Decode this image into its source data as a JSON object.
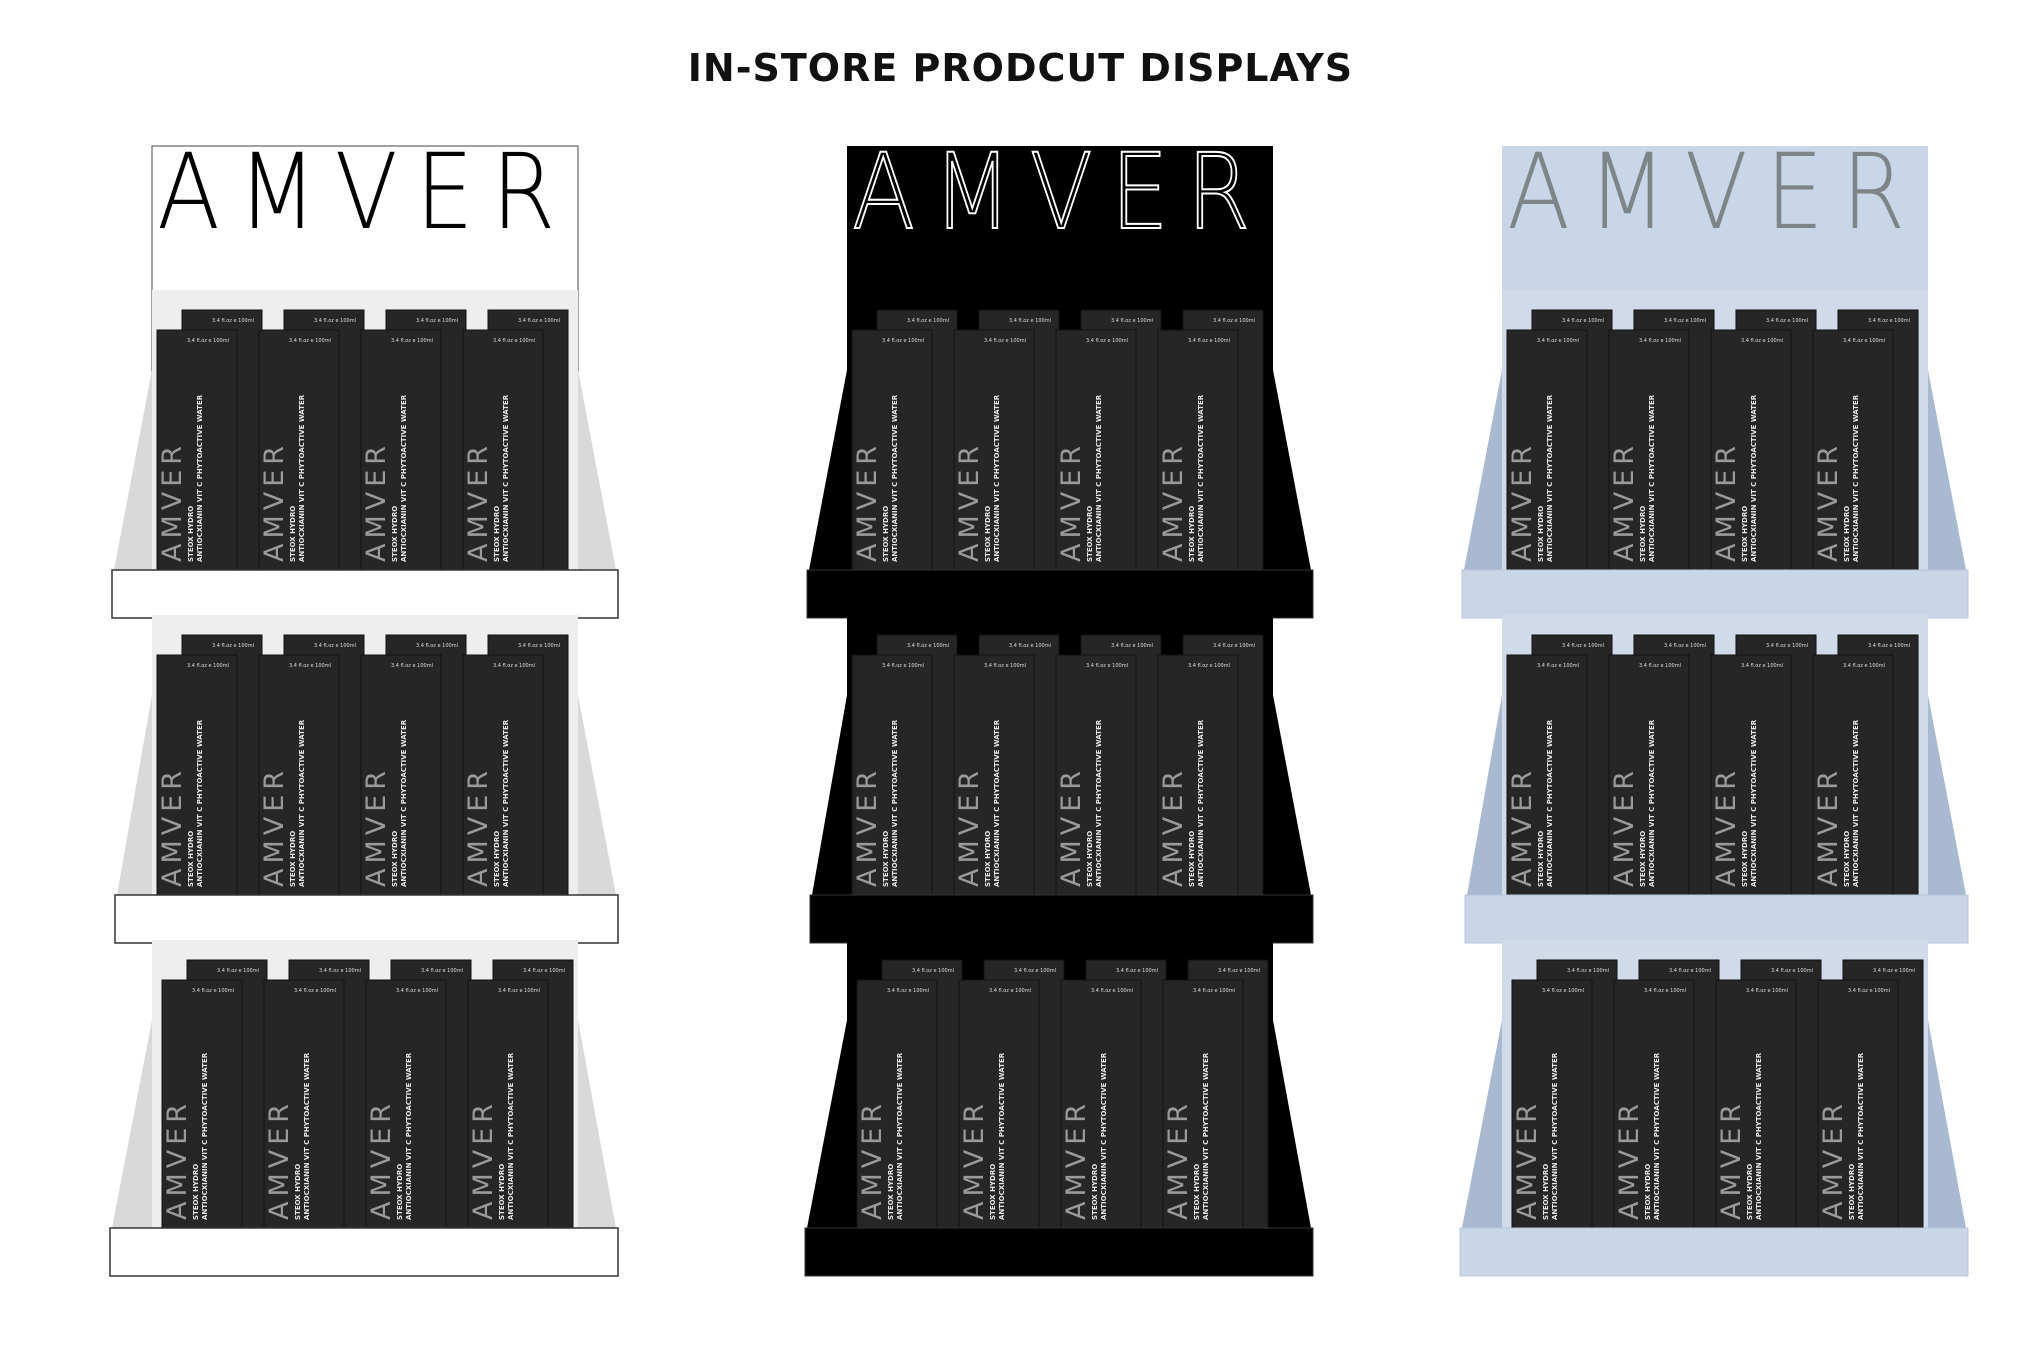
{
  "page": {
    "title": "IN-STORE PRODCUT DISPLAYS"
  },
  "displays": [
    {
      "name": "white-display",
      "header_brand": "AMVER",
      "header_style": "solid-black-on-white",
      "colors": {
        "header_bg": "#ffffff",
        "header_text": "#000000",
        "shelf": "#ffffff",
        "shelf_edge": "#333333",
        "side": "#d9d9d9",
        "back": "#eeeeee"
      }
    },
    {
      "name": "black-display",
      "header_brand": "AMVER",
      "header_style": "white-outline-on-black",
      "colors": {
        "header_bg": "#000000",
        "header_text": "#ffffff",
        "shelf": "#000000",
        "shelf_edge": "#222222",
        "side": "#000000",
        "back": "#000000"
      }
    },
    {
      "name": "blue-display",
      "header_brand": "AMVER",
      "header_style": "grey-on-light-blue",
      "colors": {
        "header_bg": "#c9d6e8",
        "header_text": "#7f8487",
        "shelf": "#c9d6e8",
        "shelf_edge": "#b7c5d9",
        "side": "#a9b9d1",
        "back": "#d0dae8"
      }
    }
  ],
  "product_box": {
    "brand": "AMVER",
    "volume": "3.4 fl.oz e 100ml",
    "line1": "STEOX HYDRO",
    "line2": "ANTIOCXIANIN VIT C PHYTOACTIVE WATER",
    "color": "#262626"
  }
}
